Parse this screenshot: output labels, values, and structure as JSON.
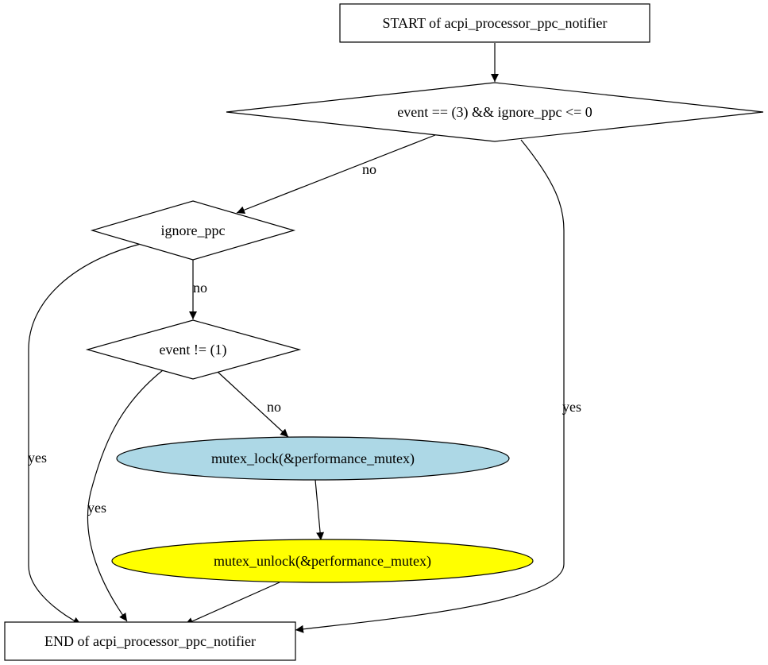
{
  "colors": {
    "background": "#ffffff",
    "stroke": "#000000",
    "mutex_lock_fill": "#add8e6",
    "mutex_unlock_fill": "#ffff00"
  },
  "nodes": {
    "start": "START of acpi_processor_ppc_notifier",
    "cond_event_ignore": "event == (3) && ignore_ppc <= 0",
    "cond_ignore_ppc": "ignore_ppc",
    "cond_event_ne_1": "event != (1)",
    "mutex_lock": "mutex_lock(&performance_mutex)",
    "mutex_unlock": "mutex_unlock(&performance_mutex)",
    "end": "END of acpi_processor_ppc_notifier"
  },
  "edges": {
    "cond_event_ignore_no": "no",
    "cond_event_ignore_yes": "yes",
    "cond_ignore_ppc_no": "no",
    "cond_ignore_ppc_yes": "yes",
    "cond_event_ne_1_no": "no",
    "cond_event_ne_1_yes": "yes"
  }
}
